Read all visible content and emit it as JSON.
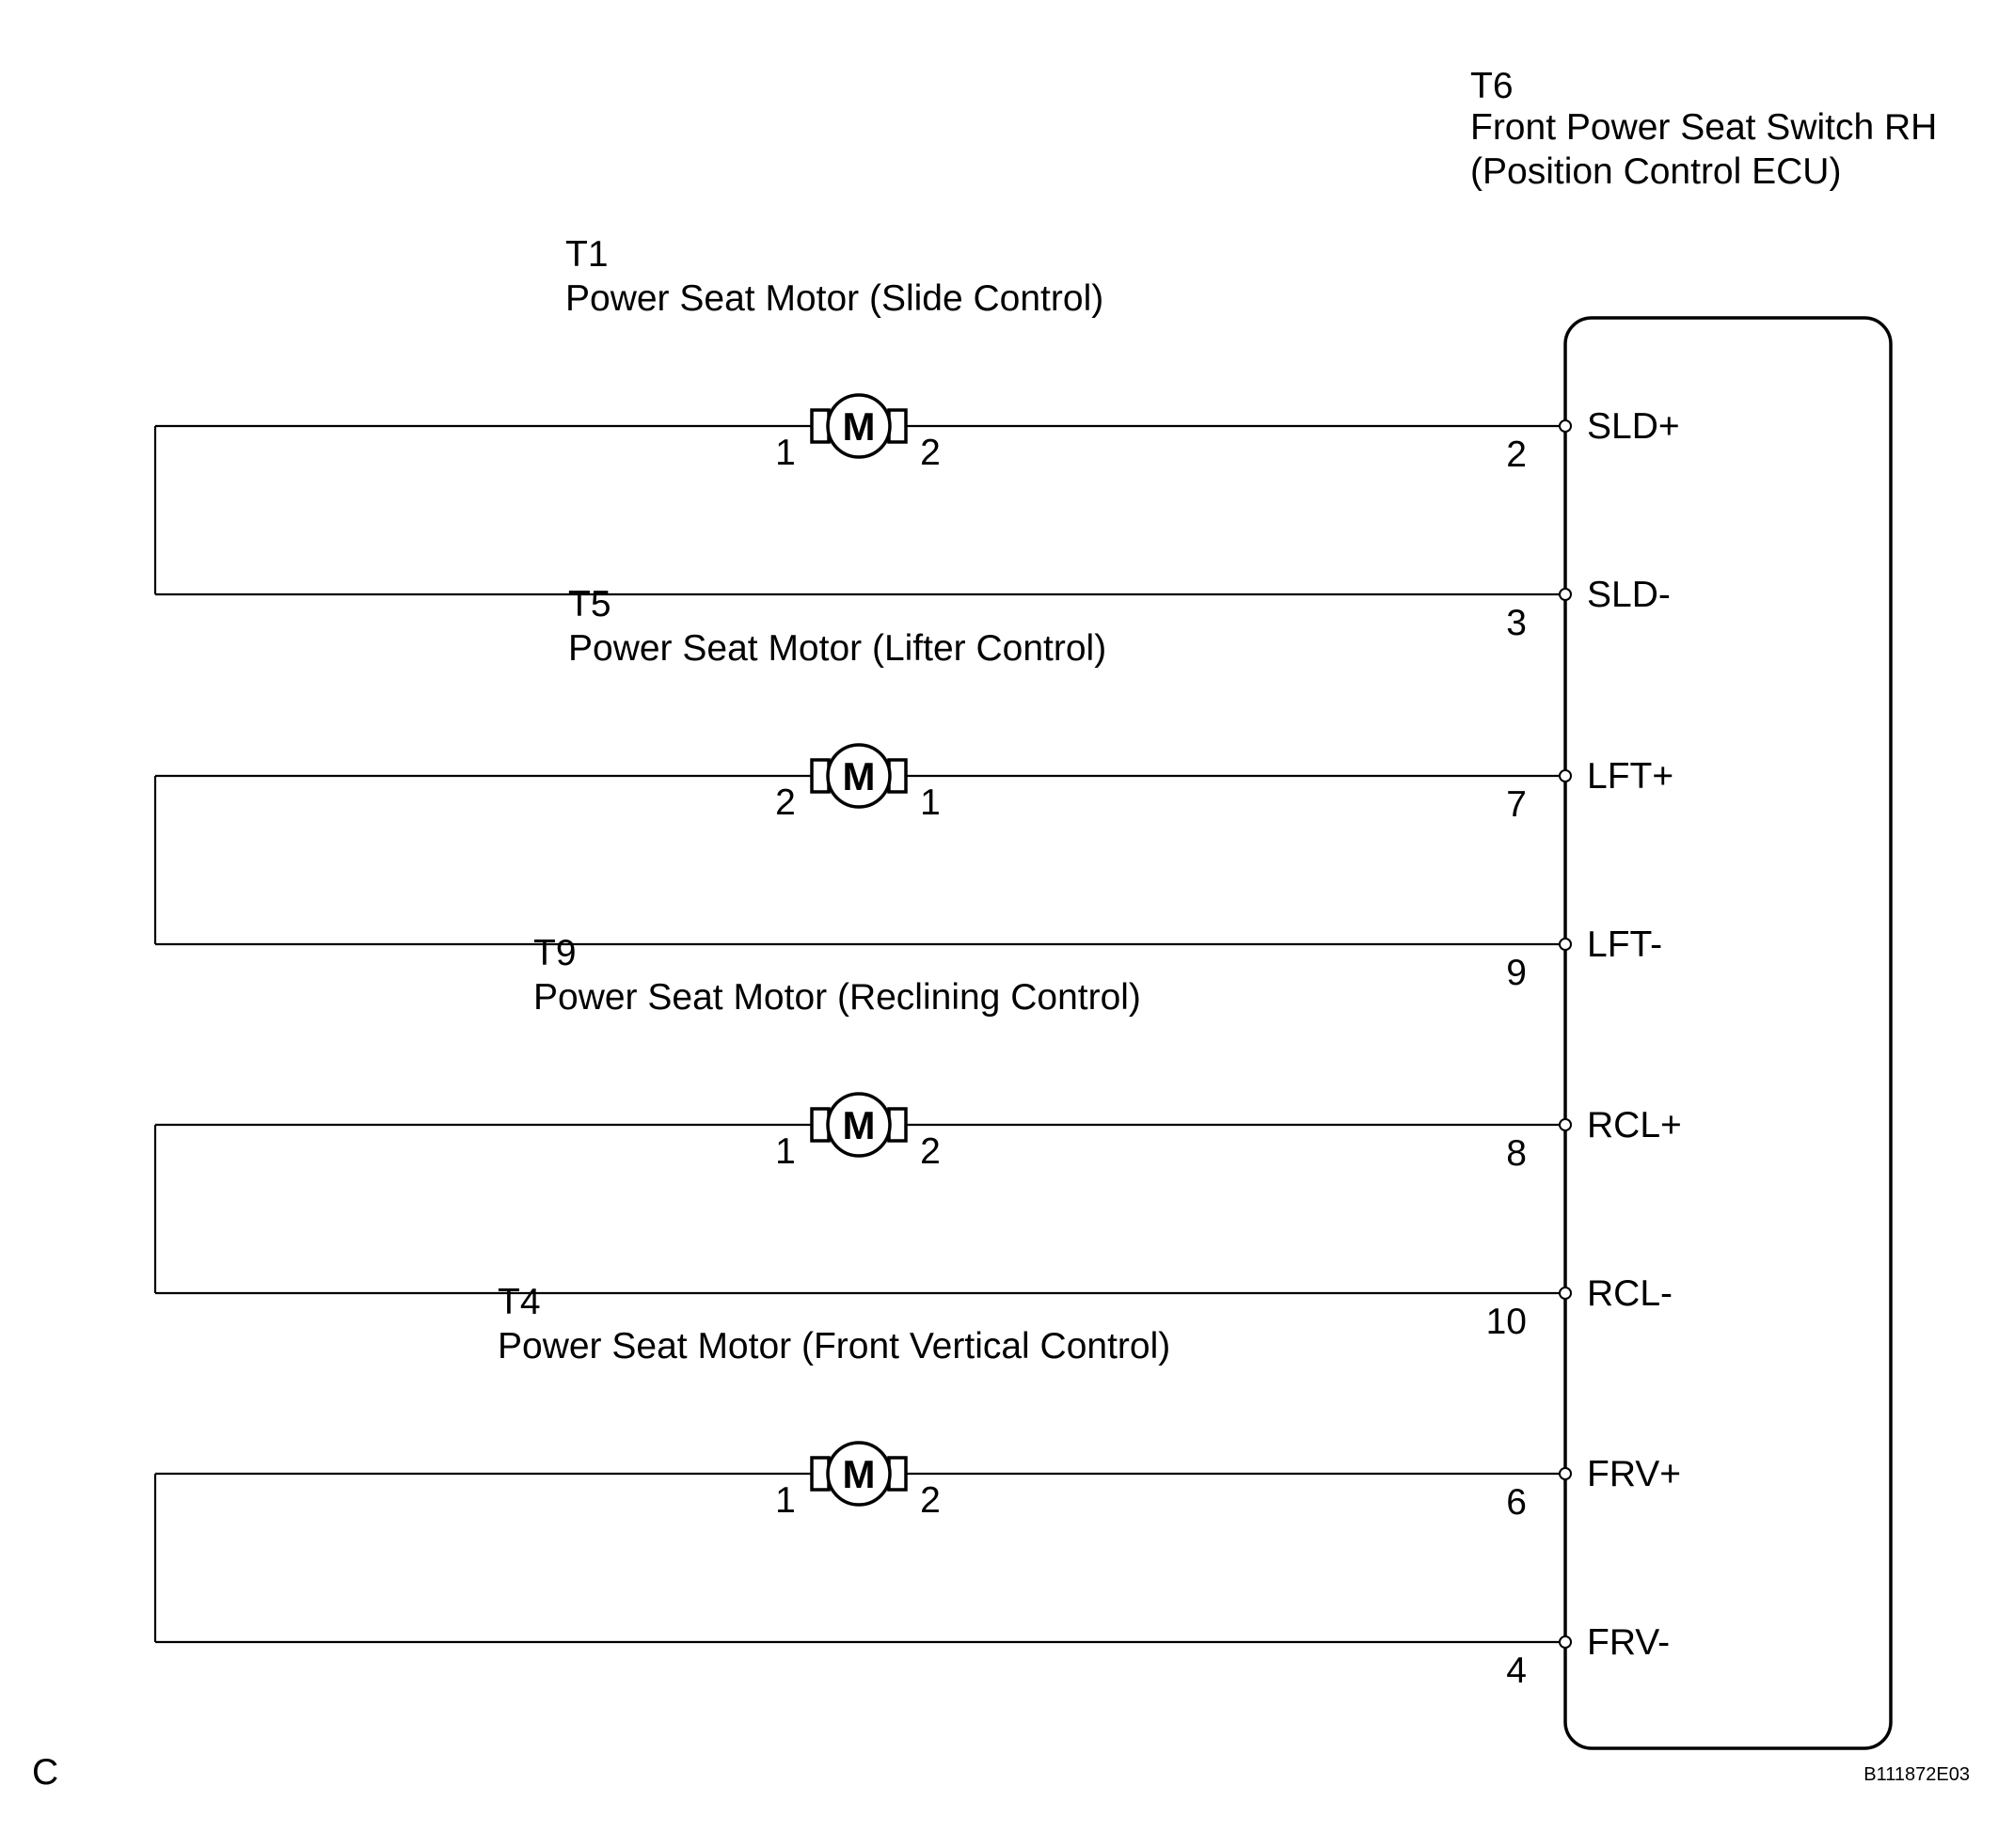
{
  "ecu": {
    "connector": "T6",
    "name": "Front Power Seat Switch RH",
    "subname": "(Position Control ECU)",
    "terminals": [
      "SLD+",
      "SLD-",
      "LFT+",
      "LFT-",
      "RCL+",
      "RCL-",
      "FRV+",
      "FRV-"
    ],
    "pins": [
      "2",
      "3",
      "7",
      "9",
      "8",
      "10",
      "6",
      "4"
    ]
  },
  "motors": [
    {
      "connector": "T1",
      "name": "Power Seat Motor (Slide Control)",
      "symbol": "M",
      "left_pin": "1",
      "right_pin": "2"
    },
    {
      "connector": "T5",
      "name": "Power Seat Motor (Lifter Control)",
      "symbol": "M",
      "left_pin": "2",
      "right_pin": "1"
    },
    {
      "connector": "T9",
      "name": "Power Seat Motor (Reclining Control)",
      "symbol": "M",
      "left_pin": "1",
      "right_pin": "2"
    },
    {
      "connector": "T4",
      "name": "Power Seat Motor (Front Vertical Control)",
      "symbol": "M",
      "left_pin": "1",
      "right_pin": "2"
    }
  ],
  "footer": {
    "corner_letter": "C",
    "figure_code": "B111872E03"
  }
}
